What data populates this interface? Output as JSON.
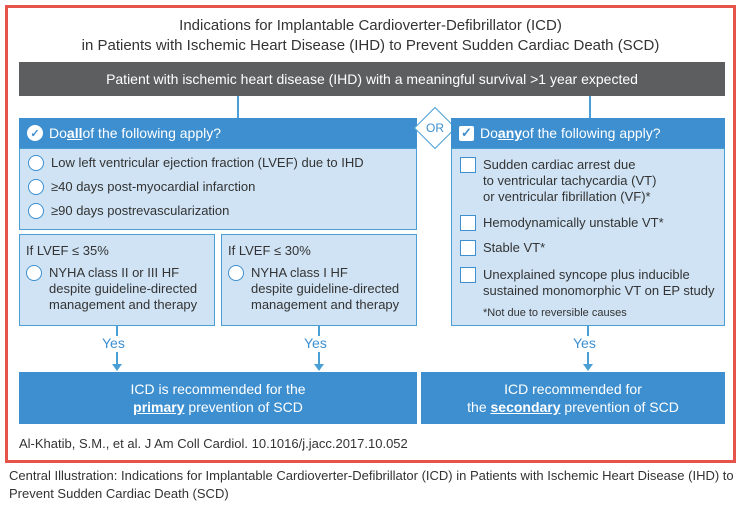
{
  "title_line1": "Indications for Implantable Cardioverter-Defibrillator (ICD)",
  "title_line2": "in Patients with Ischemic Heart Disease (IHD) to Prevent Sudden Cardiac Death (SCD)",
  "top_bar": "Patient with ischemic heart disease (IHD) with a meaningful survival >1 year expected",
  "or_label": "OR",
  "left": {
    "header_pre": "Do ",
    "header_em": "all",
    "header_post": " of the following apply?",
    "items": [
      "Low left ventricular ejection fraction (LVEF) due to IHD",
      "≥40 days post-myocardial infarction",
      "≥90 days postrevascularization"
    ],
    "sub1": {
      "title": "If LVEF ≤ 35%",
      "line1": "NYHA class II or III HF",
      "line2": "despite guideline-directed",
      "line3": "management and therapy"
    },
    "sub2": {
      "title": "If LVEF ≤ 30%",
      "line1": "NYHA class I HF",
      "line2": "despite guideline-directed",
      "line3": "management and therapy"
    },
    "yes1": "Yes",
    "yes2": "Yes",
    "result_line1": "ICD is recommended for the",
    "result_em": "primary",
    "result_post": " prevention of SCD"
  },
  "right": {
    "header_pre": "Do ",
    "header_em": "any",
    "header_post": " of the following apply?",
    "items": [
      {
        "l1": "Sudden cardiac arrest due",
        "l2": "to ventricular tachycardia (VT)",
        "l3": "or ventricular fibrillation (VF)*"
      },
      {
        "l1": "Hemodynamically unstable VT*"
      },
      {
        "l1": "Stable VT*"
      },
      {
        "l1": "Unexplained syncope plus inducible",
        "l2": "sustained monomorphic VT on EP study"
      }
    ],
    "footnote": "*Not due to reversible causes",
    "yes": "Yes",
    "result_line1": "ICD recommended for",
    "result_pre": "the ",
    "result_em": "secondary",
    "result_post": " prevention of SCD"
  },
  "citation": "Al-Khatib, S.M., et al. J Am Coll Cardiol. 10.1016/j.jacc.2017.10.052",
  "caption": "Central Illustration: Indications for Implantable Cardioverter-Defibrillator (ICD) in Patients with Ischemic Heart Disease (IHD) to Prevent Sudden Cardiac Death (SCD)"
}
